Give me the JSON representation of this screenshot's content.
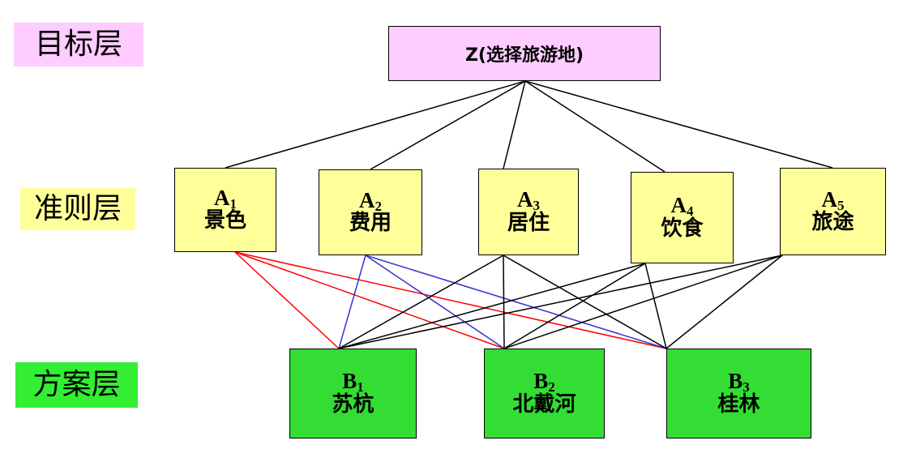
{
  "colors": {
    "goal_fill": "#FFCCFF",
    "criteria_fill": "#FFFF99",
    "alternative_fill": "#33DD33",
    "label_goal_fill": "#FFCCFF",
    "label_criteria_fill": "#FFFF99",
    "label_alternative_fill": "#33EE33",
    "line_black": "#000000",
    "line_red": "#FF0000",
    "line_blue": "#3333CC"
  },
  "layers": {
    "goal_label": "目标层",
    "criteria_label": "准则层",
    "alternative_label": "方案层"
  },
  "goal": {
    "title": "Z(选择旅游地)"
  },
  "criteria": [
    {
      "letter": "A",
      "index": "1",
      "name": "景色"
    },
    {
      "letter": "A",
      "index": "2",
      "name": "费用"
    },
    {
      "letter": "A",
      "index": "3",
      "name": "居住"
    },
    {
      "letter": "A",
      "index": "4",
      "name": "饮食"
    },
    {
      "letter": "A",
      "index": "5",
      "name": "旅途"
    }
  ],
  "alternatives": [
    {
      "letter": "B",
      "index": "1",
      "name": "苏杭"
    },
    {
      "letter": "B",
      "index": "2",
      "name": "北戴河"
    },
    {
      "letter": "B",
      "index": "3",
      "name": "桂林"
    }
  ]
}
